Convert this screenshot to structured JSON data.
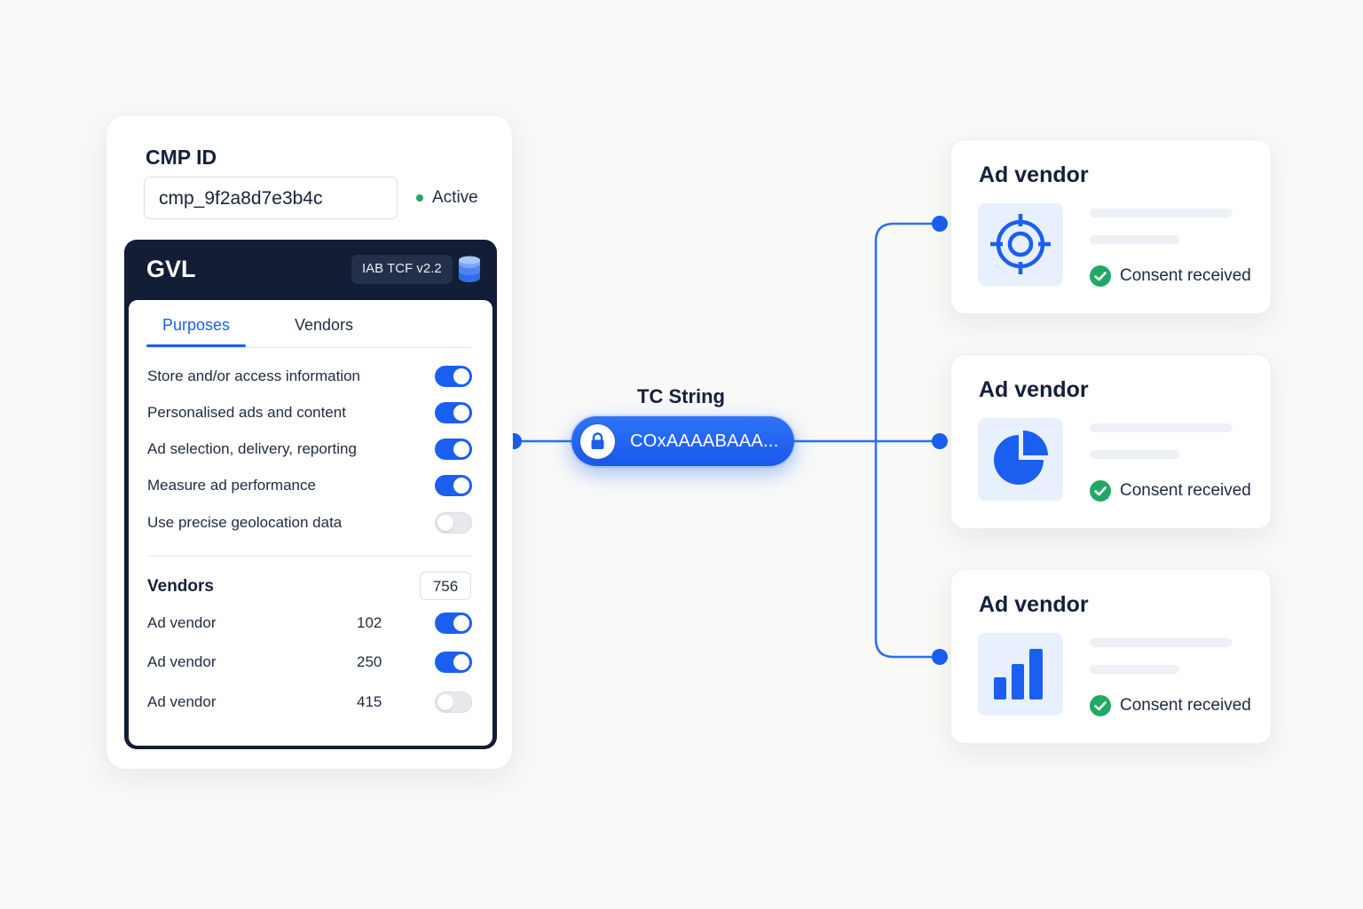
{
  "cmp": {
    "title": "CMP ID",
    "id_value": "cmp_9f2a8d7e3b4c",
    "status": "Active"
  },
  "gvl": {
    "title": "GVL",
    "badge": "IAB TCF v2.2",
    "tabs": [
      "Purposes",
      "Vendors"
    ],
    "active_tab": "Purposes",
    "purposes": [
      {
        "label": "Store and/or access information",
        "enabled": true
      },
      {
        "label": "Personalised ads and content",
        "enabled": true
      },
      {
        "label": "Ad selection, delivery, reporting",
        "enabled": true
      },
      {
        "label": "Measure ad performance",
        "enabled": true
      },
      {
        "label": "Use precise geolocation data",
        "enabled": false
      }
    ],
    "vendors_heading": "Vendors",
    "vendors_count": "756",
    "vendors": [
      {
        "name": "Ad vendor",
        "id": "102",
        "enabled": true
      },
      {
        "name": "Ad vendor",
        "id": "250",
        "enabled": true
      },
      {
        "name": "Ad vendor",
        "id": "415",
        "enabled": false
      }
    ]
  },
  "tc_string": {
    "label": "TC String",
    "value": "COxAAAABAAA..."
  },
  "vendor_cards": [
    {
      "title": "Ad vendor",
      "icon": "target-icon",
      "consent": "Consent received"
    },
    {
      "title": "Ad vendor",
      "icon": "pie-chart-icon",
      "consent": "Consent received"
    },
    {
      "title": "Ad vendor",
      "icon": "bar-chart-icon",
      "consent": "Consent received"
    }
  ],
  "colors": {
    "accent": "#1a5ff0",
    "dark_panel": "#131d35",
    "success": "#22a865",
    "background": "#f9f9f8"
  }
}
